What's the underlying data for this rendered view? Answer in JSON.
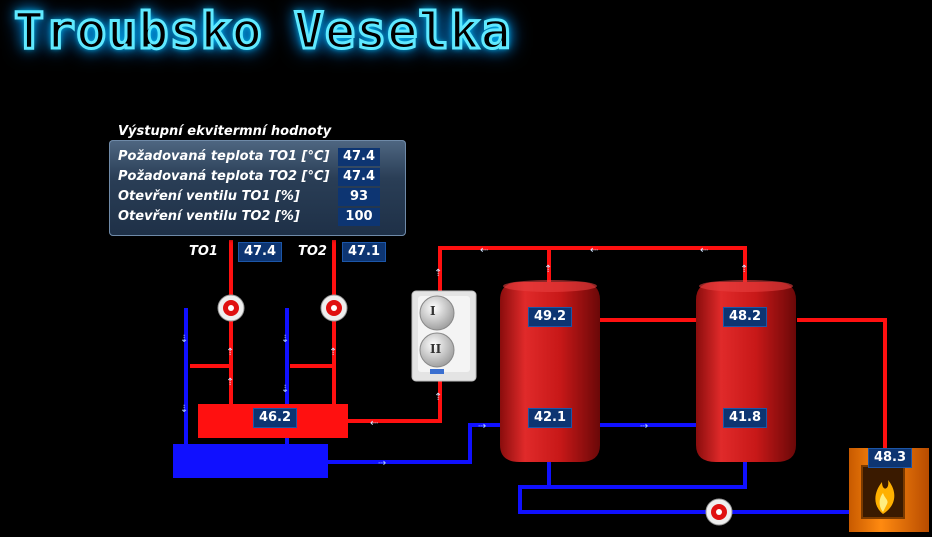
{
  "header": {
    "title": "Troubsko Veselka"
  },
  "panel": {
    "title": "Výstupní ekvitermní hodnoty",
    "rows": [
      {
        "label": "Požadovaná teplota TO1 [°C]",
        "value": "47.4"
      },
      {
        "label": "Požadovaná teplota TO2 [°C]",
        "value": "47.4"
      },
      {
        "label": "Otevření ventilu TO1 [%]",
        "value": "93"
      },
      {
        "label": "Otevření ventilu TO2 [%]",
        "value": "100"
      }
    ]
  },
  "circuits": {
    "to1_label": "TO1",
    "to1_value": "47.4",
    "to2_label": "TO2",
    "to2_value": "47.1"
  },
  "manifold": {
    "supply_value": "46.2"
  },
  "boiler": {
    "stage1": "I",
    "stage2": "II"
  },
  "tank1": {
    "top_value": "49.2",
    "bottom_value": "42.1"
  },
  "tank2": {
    "top_value": "48.2",
    "bottom_value": "41.8"
  },
  "stove": {
    "value": "48.3"
  },
  "colors": {
    "hot": "#ff1010",
    "cold": "#1010ff",
    "value_bg": "#0d3572",
    "tank": "#d21a1a",
    "stove": "#f07a00",
    "title_glow": "#00d2ff"
  }
}
